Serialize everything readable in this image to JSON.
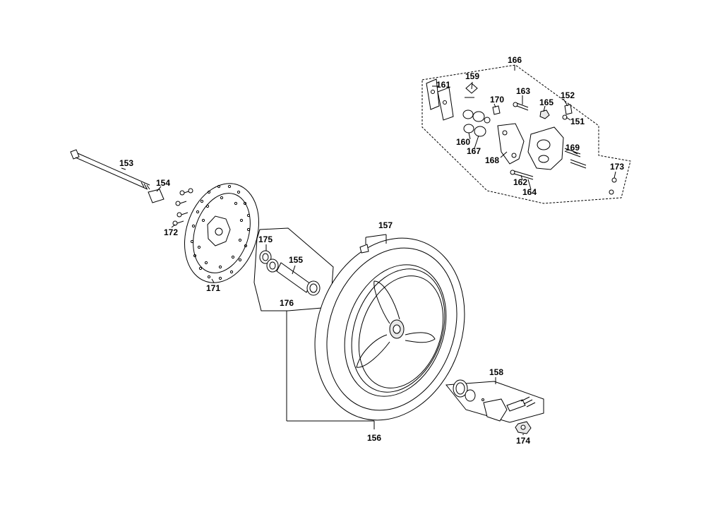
{
  "labels": {
    "p151": "151",
    "p152": "152",
    "p153": "153",
    "p154": "154",
    "p155": "155",
    "p156": "156",
    "p157": "157",
    "p158": "158",
    "p159": "159",
    "p160": "160",
    "p161": "161",
    "p162": "162",
    "p163": "163",
    "p164": "164",
    "p165": "165",
    "p166": "166",
    "p167": "167",
    "p168": "168",
    "p169": "169",
    "p170": "170",
    "p171": "171",
    "p172": "172",
    "p173": "173",
    "p174": "174",
    "p175": "175",
    "p176": "176"
  },
  "colors": {
    "line": "#000000",
    "background": "#ffffff"
  }
}
